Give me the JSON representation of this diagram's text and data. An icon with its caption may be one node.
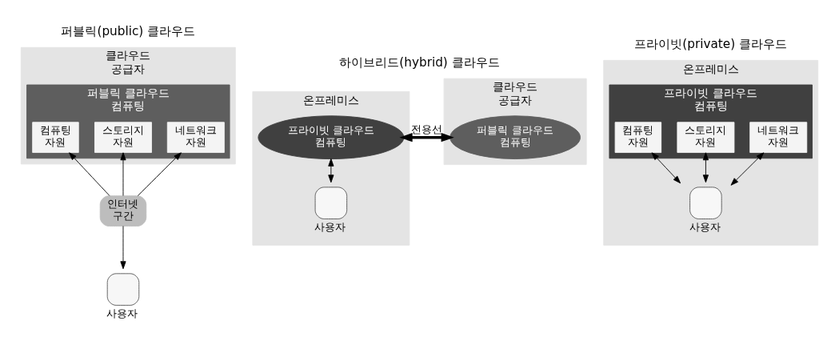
{
  "diagram": {
    "nodes": [
      {
        "text": [
          "클라우드 공급자"
        ]
      },
      {
        "text": [
          "퍼블릭 클라우드 컴퓨팅"
        ],
        "in": 0
      },
      {
        "text": [
          "컴퓨팅 자원"
        ],
        "in": 1
      },
      {
        "text": [
          "스토리지 자원"
        ],
        "in": 1
      },
      {
        "text": [
          "네트워크 자원"
        ],
        "in": 1
      },
      {
        "text": [
          "인터넷 구간"
        ]
      },
      {
        "text": [],
        "shape": "person",
        "beside": [
          "사용자"
        ]
      },
      {
        "text": [
          "클라우드 공급자"
        ]
      },
      {
        "text": [
          "퍼블릭 클라우드 컴퓨팅"
        ],
        "in": 7
      },
      {
        "text": [
          "온프레미스"
        ]
      },
      {
        "text": [
          "프라이빗 클라우드 컴퓨팅"
        ],
        "in": 9
      },
      {
        "text": [],
        "shape": "person",
        "beside": [
          "사용자"
        ],
        "in": 9
      },
      {
        "text": [
          "온프레미스"
        ]
      },
      {
        "text": [
          "프라이빗 클라우드 컴퓨팅"
        ],
        "in": 12
      },
      {
        "text": [
          "컴퓨팅 자원"
        ],
        "in": 13
      },
      {
        "text": [
          "스토리지 자원"
        ],
        "in": 13
      },
      {
        "text": [
          "네트워크 자원"
        ],
        "in": 13
      },
      {
        "text": [],
        "shape": "person",
        "beside": [
          "사용자"
        ],
        "in": 12
      }
    ],
    "edges": [
      {
        "from": 5,
        "to": 2,
        "arrow": "to"
      },
      {
        "from": 5,
        "to": 3,
        "arrow": "to"
      },
      {
        "from": 5,
        "to": 4,
        "arrow": "to"
      },
      {
        "from": 5,
        "to": 6,
        "arrow": "to"
      },
      {
        "from": 8,
        "to": 10,
        "arrow": "both",
        "label": "전용선",
        "style": "thick"
      },
      {
        "from": 10,
        "to": 11,
        "arrow": "both"
      },
      {
        "from": 17,
        "to": 14,
        "arrow": "both"
      },
      {
        "from": 17,
        "to": 15,
        "arrow": "both"
      },
      {
        "from": 17,
        "to": 16,
        "arrow": "both"
      }
    ],
    "labels": [
      "퍼블릭(public) 클라우드",
      "하이브리드(hybrid) 클라우드",
      "프라이빗(private) 클라우드"
    ]
  }
}
